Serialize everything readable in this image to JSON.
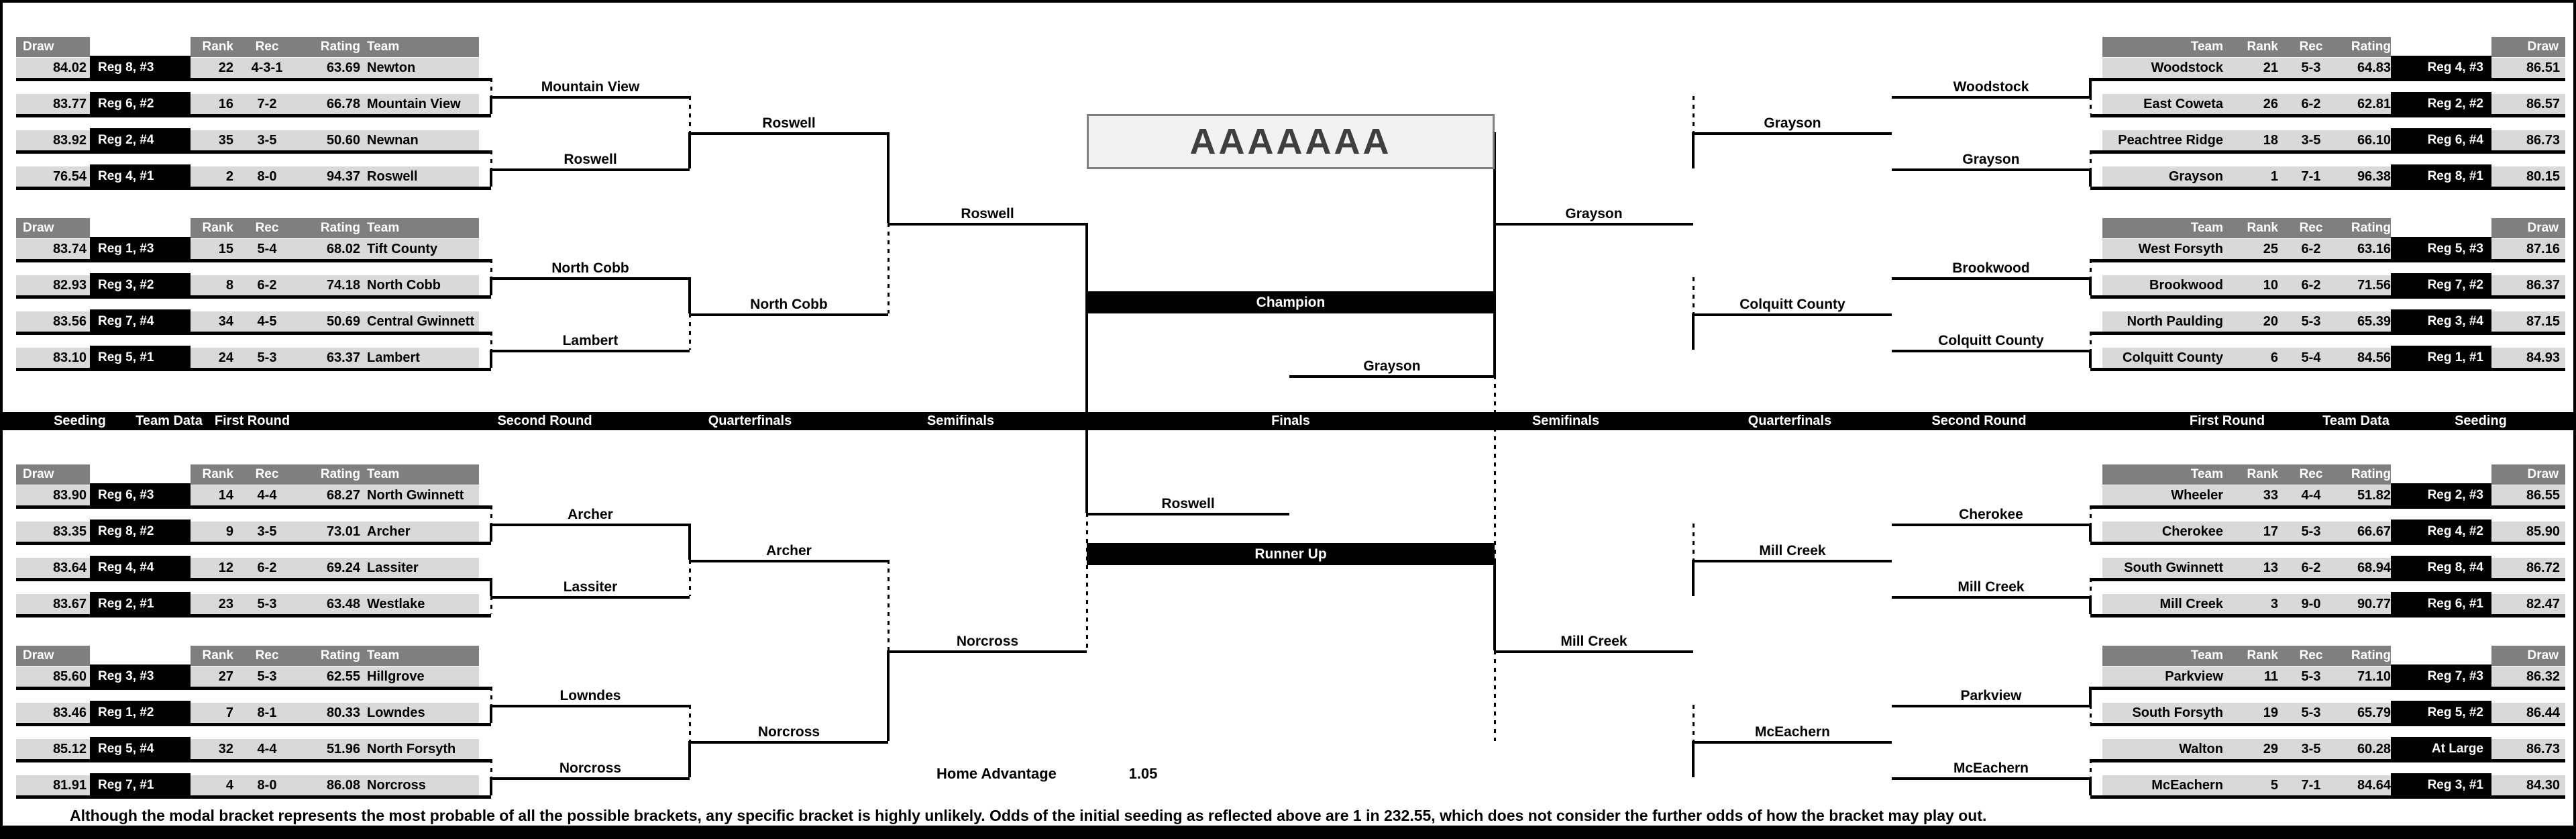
{
  "title": "AAAAAAA",
  "colors": {
    "header_gray": "#7f7f7f",
    "row_gray": "#d9d9d9",
    "black": "#000000",
    "title_bg": "#f2f2f2",
    "title_text": "#3f3f3f",
    "white": "#ffffff"
  },
  "table_headers": {
    "draw": "Draw",
    "rank": "Rank",
    "rec": "Rec",
    "rating": "Rating",
    "team": "Team"
  },
  "left_groups": [
    {
      "rows": [
        {
          "draw": "84.02",
          "seed": "Reg 8, #3",
          "rank": "22",
          "rec": "4-3-1",
          "rating": "63.69",
          "team": "Newton"
        },
        {
          "draw": "83.77",
          "seed": "Reg 6, #2",
          "rank": "16",
          "rec": "7-2",
          "rating": "66.78",
          "team": "Mountain View"
        },
        {
          "draw": "83.92",
          "seed": "Reg 2, #4",
          "rank": "35",
          "rec": "3-5",
          "rating": "50.60",
          "team": "Newnan"
        },
        {
          "draw": "76.54",
          "seed": "Reg 4, #1",
          "rank": "2",
          "rec": "8-0",
          "rating": "94.37",
          "team": "Roswell"
        }
      ]
    },
    {
      "rows": [
        {
          "draw": "83.74",
          "seed": "Reg 1, #3",
          "rank": "15",
          "rec": "5-4",
          "rating": "68.02",
          "team": "Tift County"
        },
        {
          "draw": "82.93",
          "seed": "Reg 3, #2",
          "rank": "8",
          "rec": "6-2",
          "rating": "74.18",
          "team": "North Cobb"
        },
        {
          "draw": "83.56",
          "seed": "Reg 7, #4",
          "rank": "34",
          "rec": "4-5",
          "rating": "50.69",
          "team": "Central Gwinnett"
        },
        {
          "draw": "83.10",
          "seed": "Reg 5, #1",
          "rank": "24",
          "rec": "5-3",
          "rating": "63.37",
          "team": "Lambert"
        }
      ]
    },
    {
      "rows": [
        {
          "draw": "83.90",
          "seed": "Reg 6, #3",
          "rank": "14",
          "rec": "4-4",
          "rating": "68.27",
          "team": "North Gwinnett"
        },
        {
          "draw": "83.35",
          "seed": "Reg 8, #2",
          "rank": "9",
          "rec": "3-5",
          "rating": "73.01",
          "team": "Archer"
        },
        {
          "draw": "83.64",
          "seed": "Reg 4, #4",
          "rank": "12",
          "rec": "6-2",
          "rating": "69.24",
          "team": "Lassiter"
        },
        {
          "draw": "83.67",
          "seed": "Reg 2, #1",
          "rank": "23",
          "rec": "5-3",
          "rating": "63.48",
          "team": "Westlake"
        }
      ]
    },
    {
      "rows": [
        {
          "draw": "85.60",
          "seed": "Reg 3, #3",
          "rank": "27",
          "rec": "5-3",
          "rating": "62.55",
          "team": "Hillgrove"
        },
        {
          "draw": "83.46",
          "seed": "Reg 1, #2",
          "rank": "7",
          "rec": "8-1",
          "rating": "80.33",
          "team": "Lowndes"
        },
        {
          "draw": "85.12",
          "seed": "Reg 5, #4",
          "rank": "32",
          "rec": "4-4",
          "rating": "51.96",
          "team": "North Forsyth"
        },
        {
          "draw": "81.91",
          "seed": "Reg 7, #1",
          "rank": "4",
          "rec": "8-0",
          "rating": "86.08",
          "team": "Norcross"
        }
      ]
    }
  ],
  "right_groups": [
    {
      "rows": [
        {
          "team": "Woodstock",
          "rank": "21",
          "rec": "5-3",
          "rating": "64.83",
          "seed": "Reg 4, #3",
          "draw": "86.51"
        },
        {
          "team": "East Coweta",
          "rank": "26",
          "rec": "6-2",
          "rating": "62.81",
          "seed": "Reg 2, #2",
          "draw": "86.57"
        },
        {
          "team": "Peachtree Ridge",
          "rank": "18",
          "rec": "3-5",
          "rating": "66.10",
          "seed": "Reg 6, #4",
          "draw": "86.73"
        },
        {
          "team": "Grayson",
          "rank": "1",
          "rec": "7-1",
          "rating": "96.38",
          "seed": "Reg 8, #1",
          "draw": "80.15"
        }
      ]
    },
    {
      "rows": [
        {
          "team": "West Forsyth",
          "rank": "25",
          "rec": "6-2",
          "rating": "63.16",
          "seed": "Reg 5, #3",
          "draw": "87.16"
        },
        {
          "team": "Brookwood",
          "rank": "10",
          "rec": "6-2",
          "rating": "71.56",
          "seed": "Reg 7, #2",
          "draw": "86.37"
        },
        {
          "team": "North Paulding",
          "rank": "20",
          "rec": "5-3",
          "rating": "65.39",
          "seed": "Reg 3, #4",
          "draw": "87.15"
        },
        {
          "team": "Colquitt County",
          "rank": "6",
          "rec": "5-4",
          "rating": "84.56",
          "seed": "Reg 1, #1",
          "draw": "84.93"
        }
      ]
    },
    {
      "rows": [
        {
          "team": "Wheeler",
          "rank": "33",
          "rec": "4-4",
          "rating": "51.82",
          "seed": "Reg 2, #3",
          "draw": "86.55"
        },
        {
          "team": "Cherokee",
          "rank": "17",
          "rec": "5-3",
          "rating": "66.67",
          "seed": "Reg 4, #2",
          "draw": "85.90"
        },
        {
          "team": "South Gwinnett",
          "rank": "13",
          "rec": "6-2",
          "rating": "68.94",
          "seed": "Reg 8, #4",
          "draw": "86.72"
        },
        {
          "team": "Mill Creek",
          "rank": "3",
          "rec": "9-0",
          "rating": "90.77",
          "seed": "Reg 6, #1",
          "draw": "82.47"
        }
      ]
    },
    {
      "rows": [
        {
          "team": "Parkview",
          "rank": "11",
          "rec": "5-3",
          "rating": "71.10",
          "seed": "Reg 7, #3",
          "draw": "86.32"
        },
        {
          "team": "South Forsyth",
          "rank": "19",
          "rec": "5-3",
          "rating": "65.79",
          "seed": "Reg 5, #2",
          "draw": "86.44"
        },
        {
          "team": "Walton",
          "rank": "29",
          "rec": "3-5",
          "rating": "60.28",
          "seed": "At Large",
          "draw": "86.73"
        },
        {
          "team": "McEachern",
          "rank": "5",
          "rec": "7-1",
          "rating": "84.64",
          "seed": "Reg 3, #1",
          "draw": "84.30"
        }
      ]
    }
  ],
  "rounds": [
    "Seeding",
    "Team Data",
    "First Round",
    "Second Round",
    "Quarterfinals",
    "Semifinals",
    "Finals",
    "Semifinals",
    "Quarterfinals",
    "Second Round",
    "First Round",
    "Team Data",
    "Seeding"
  ],
  "bracket": {
    "champion_label": "Champion",
    "runner_up_label": "Runner Up",
    "champion": "Grayson",
    "runner_up": "Roswell",
    "left": {
      "first_round": [
        "Mountain View",
        "Roswell",
        "North Cobb",
        "Lambert",
        "Archer",
        "Lassiter",
        "Lowndes",
        "Norcross"
      ],
      "second_round": [
        "Roswell",
        "North Cobb",
        "Archer",
        "Norcross"
      ],
      "quarterfinals": [
        "Roswell",
        "Norcross"
      ],
      "semifinal": "Roswell"
    },
    "right": {
      "first_round": [
        "Woodstock",
        "Grayson",
        "Brookwood",
        "Colquitt County",
        "Cherokee",
        "Mill Creek",
        "Parkview",
        "McEachern"
      ],
      "second_round": [
        "Grayson",
        "Colquitt County",
        "Mill Creek",
        "McEachern"
      ],
      "quarterfinals": [
        "Grayson",
        "Mill Creek"
      ],
      "semifinal": "Grayson"
    }
  },
  "footer": {
    "home_advantage_label": "Home Advantage",
    "home_advantage_value": "1.05",
    "disclaimer": "Although the modal bracket represents the most probable of all the possible brackets, any specific bracket is highly unlikely.  Odds of the initial seeding as reflected above are 1 in 232.55, which does not consider the further odds of how the bracket may play out."
  }
}
